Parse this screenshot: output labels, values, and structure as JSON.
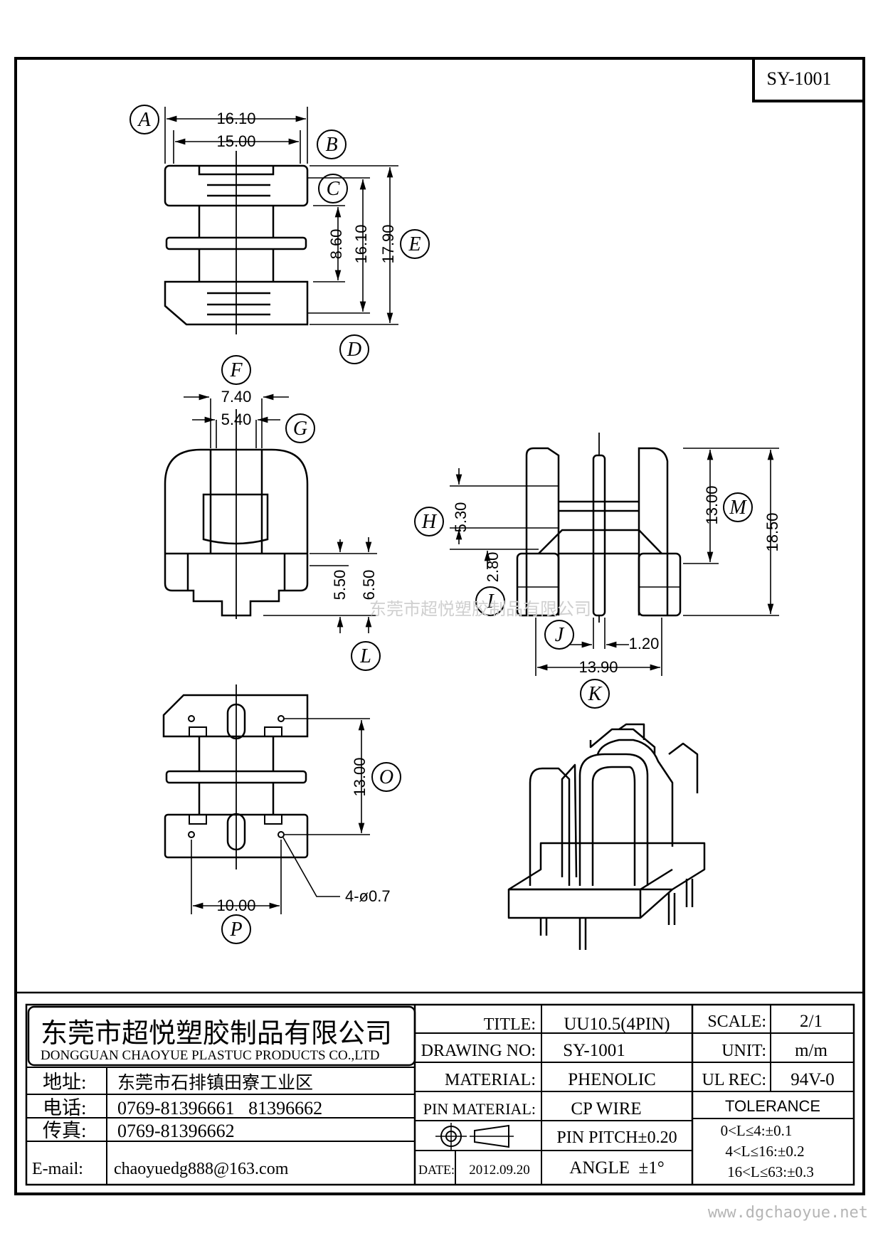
{
  "drawing_code": "SY-1001",
  "dims": {
    "a_width": "16.10",
    "b_width": "15.00",
    "c_height": "8.60",
    "d_height": "16.10",
    "e_height": "17.90",
    "f_width": "7.40",
    "g_width": "5.40",
    "l_inner": "5.50",
    "l_outer": "6.50",
    "h_height": "5.30",
    "i_height": "2.80",
    "j_width": "1.20",
    "k_width": "13.90",
    "m_height": "13.00",
    "m_total": "18.50",
    "o_height": "13.00",
    "p_width": "10.00",
    "hole_note": "4-ø0.7"
  },
  "labels": {
    "a": "A",
    "b": "B",
    "c": "C",
    "d": "D",
    "e": "E",
    "f": "F",
    "g": "G",
    "h": "H",
    "i": "I",
    "j": "J",
    "k": "K",
    "l": "L",
    "m": "M",
    "o": "O",
    "p": "P"
  },
  "watermark": "东莞市超悦塑胶制品有限公司",
  "title_block": {
    "company_cn": "东莞市超悦塑胶制品有限公司",
    "company_en": "DONGGUAN CHAOYUE PLASTUC PRODUCTS CO.,LTD",
    "address_label": "地址:",
    "address": "东莞市石排镇田寮工业区",
    "phone_label": "电话:",
    "phone": "0769-81396661   81396662",
    "fax_label": "传真:",
    "fax": "0769-81396662",
    "email_label": "E-mail:",
    "email": "chaoyuedg888@163.com",
    "title_label": "TITLE:",
    "title": "UU10.5(4PIN)",
    "drawing_no_label": "DRAWING NO:",
    "drawing_no": "SY-1001",
    "material_label": "MATERIAL:",
    "material": "PHENOLIC",
    "pin_material_label": "PIN MATERIAL:",
    "pin_material": "CP WIRE",
    "pin_pitch": "PIN PITCH±0.20",
    "date_label": "DATE:",
    "date": "2012.09.20",
    "angle": "ANGLE  ±1°",
    "scale_label": "SCALE:",
    "scale": "2/1",
    "unit_label": "UNIT:",
    "unit": "m/m",
    "ul_label": "UL REC:",
    "ul": "94V-0",
    "tolerance_label": "TOLERANCE",
    "tolerances": [
      "0<L≤4:±0.1",
      "4<L≤16:±0.2",
      "16<L≤63:±0.3"
    ]
  },
  "website": "www.dgchaoyue.net"
}
